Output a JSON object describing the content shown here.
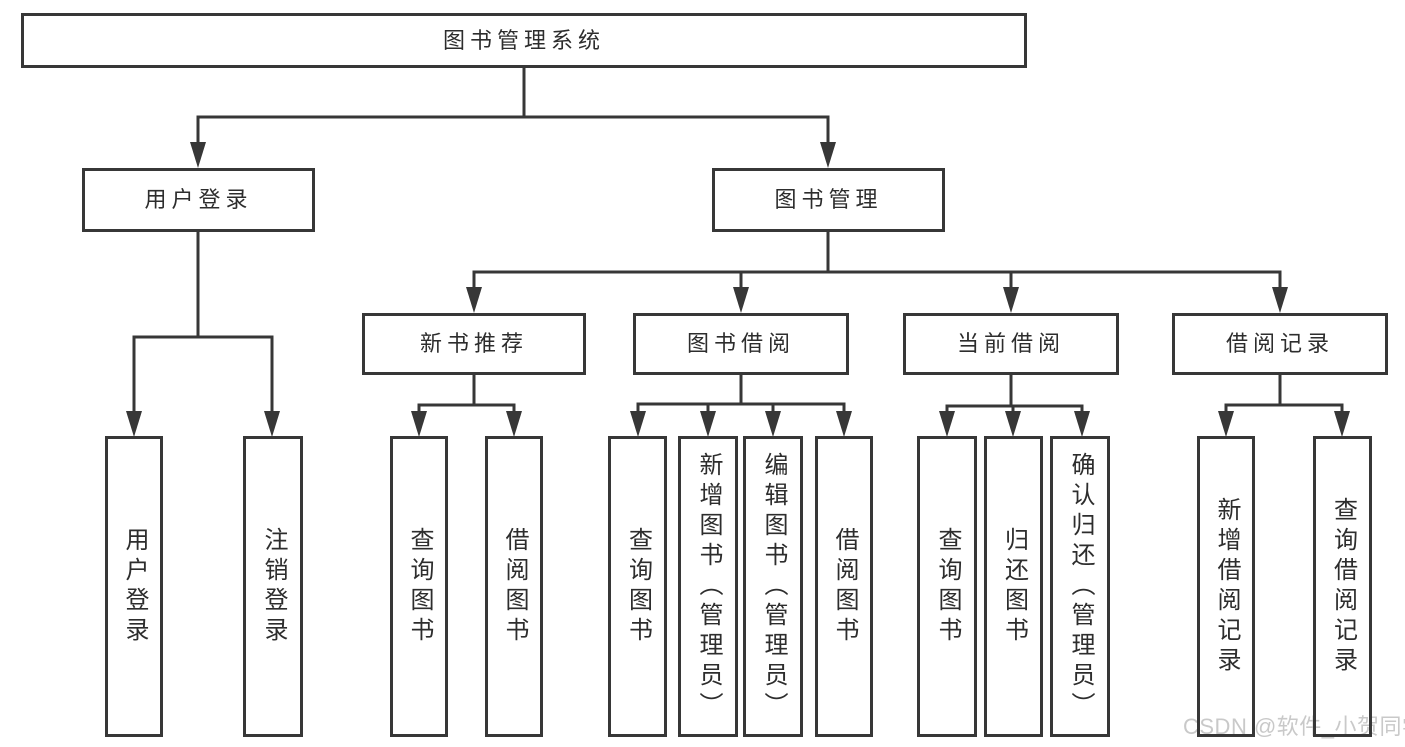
{
  "tree": {
    "root": "图书管理系统",
    "userLogin": {
      "label": "用户登录",
      "leaves": [
        "用户登录",
        "注销登录"
      ]
    },
    "bookManagement": {
      "label": "图书管理",
      "groups": [
        {
          "label": "新书推荐",
          "leaves": [
            "查询图书",
            "借阅图书"
          ]
        },
        {
          "label": "图书借阅",
          "leaves": [
            "查询图书",
            "新增图书（管理员）",
            "编辑图书（管理员）",
            "借阅图书"
          ]
        },
        {
          "label": "当前借阅",
          "leaves": [
            "查询图书",
            "归还图书",
            "确认归还（管理员）"
          ]
        },
        {
          "label": "借阅记录",
          "leaves": [
            "新增借阅记录",
            "查询借阅记录"
          ]
        }
      ]
    }
  },
  "watermark": {
    "text": "CSDN @软件_小贺同学",
    "color": "#c9c9c9"
  },
  "colors": {
    "line": "#373737",
    "border": "#373737",
    "text": "#2d2d2d",
    "background": "#ffffff"
  }
}
